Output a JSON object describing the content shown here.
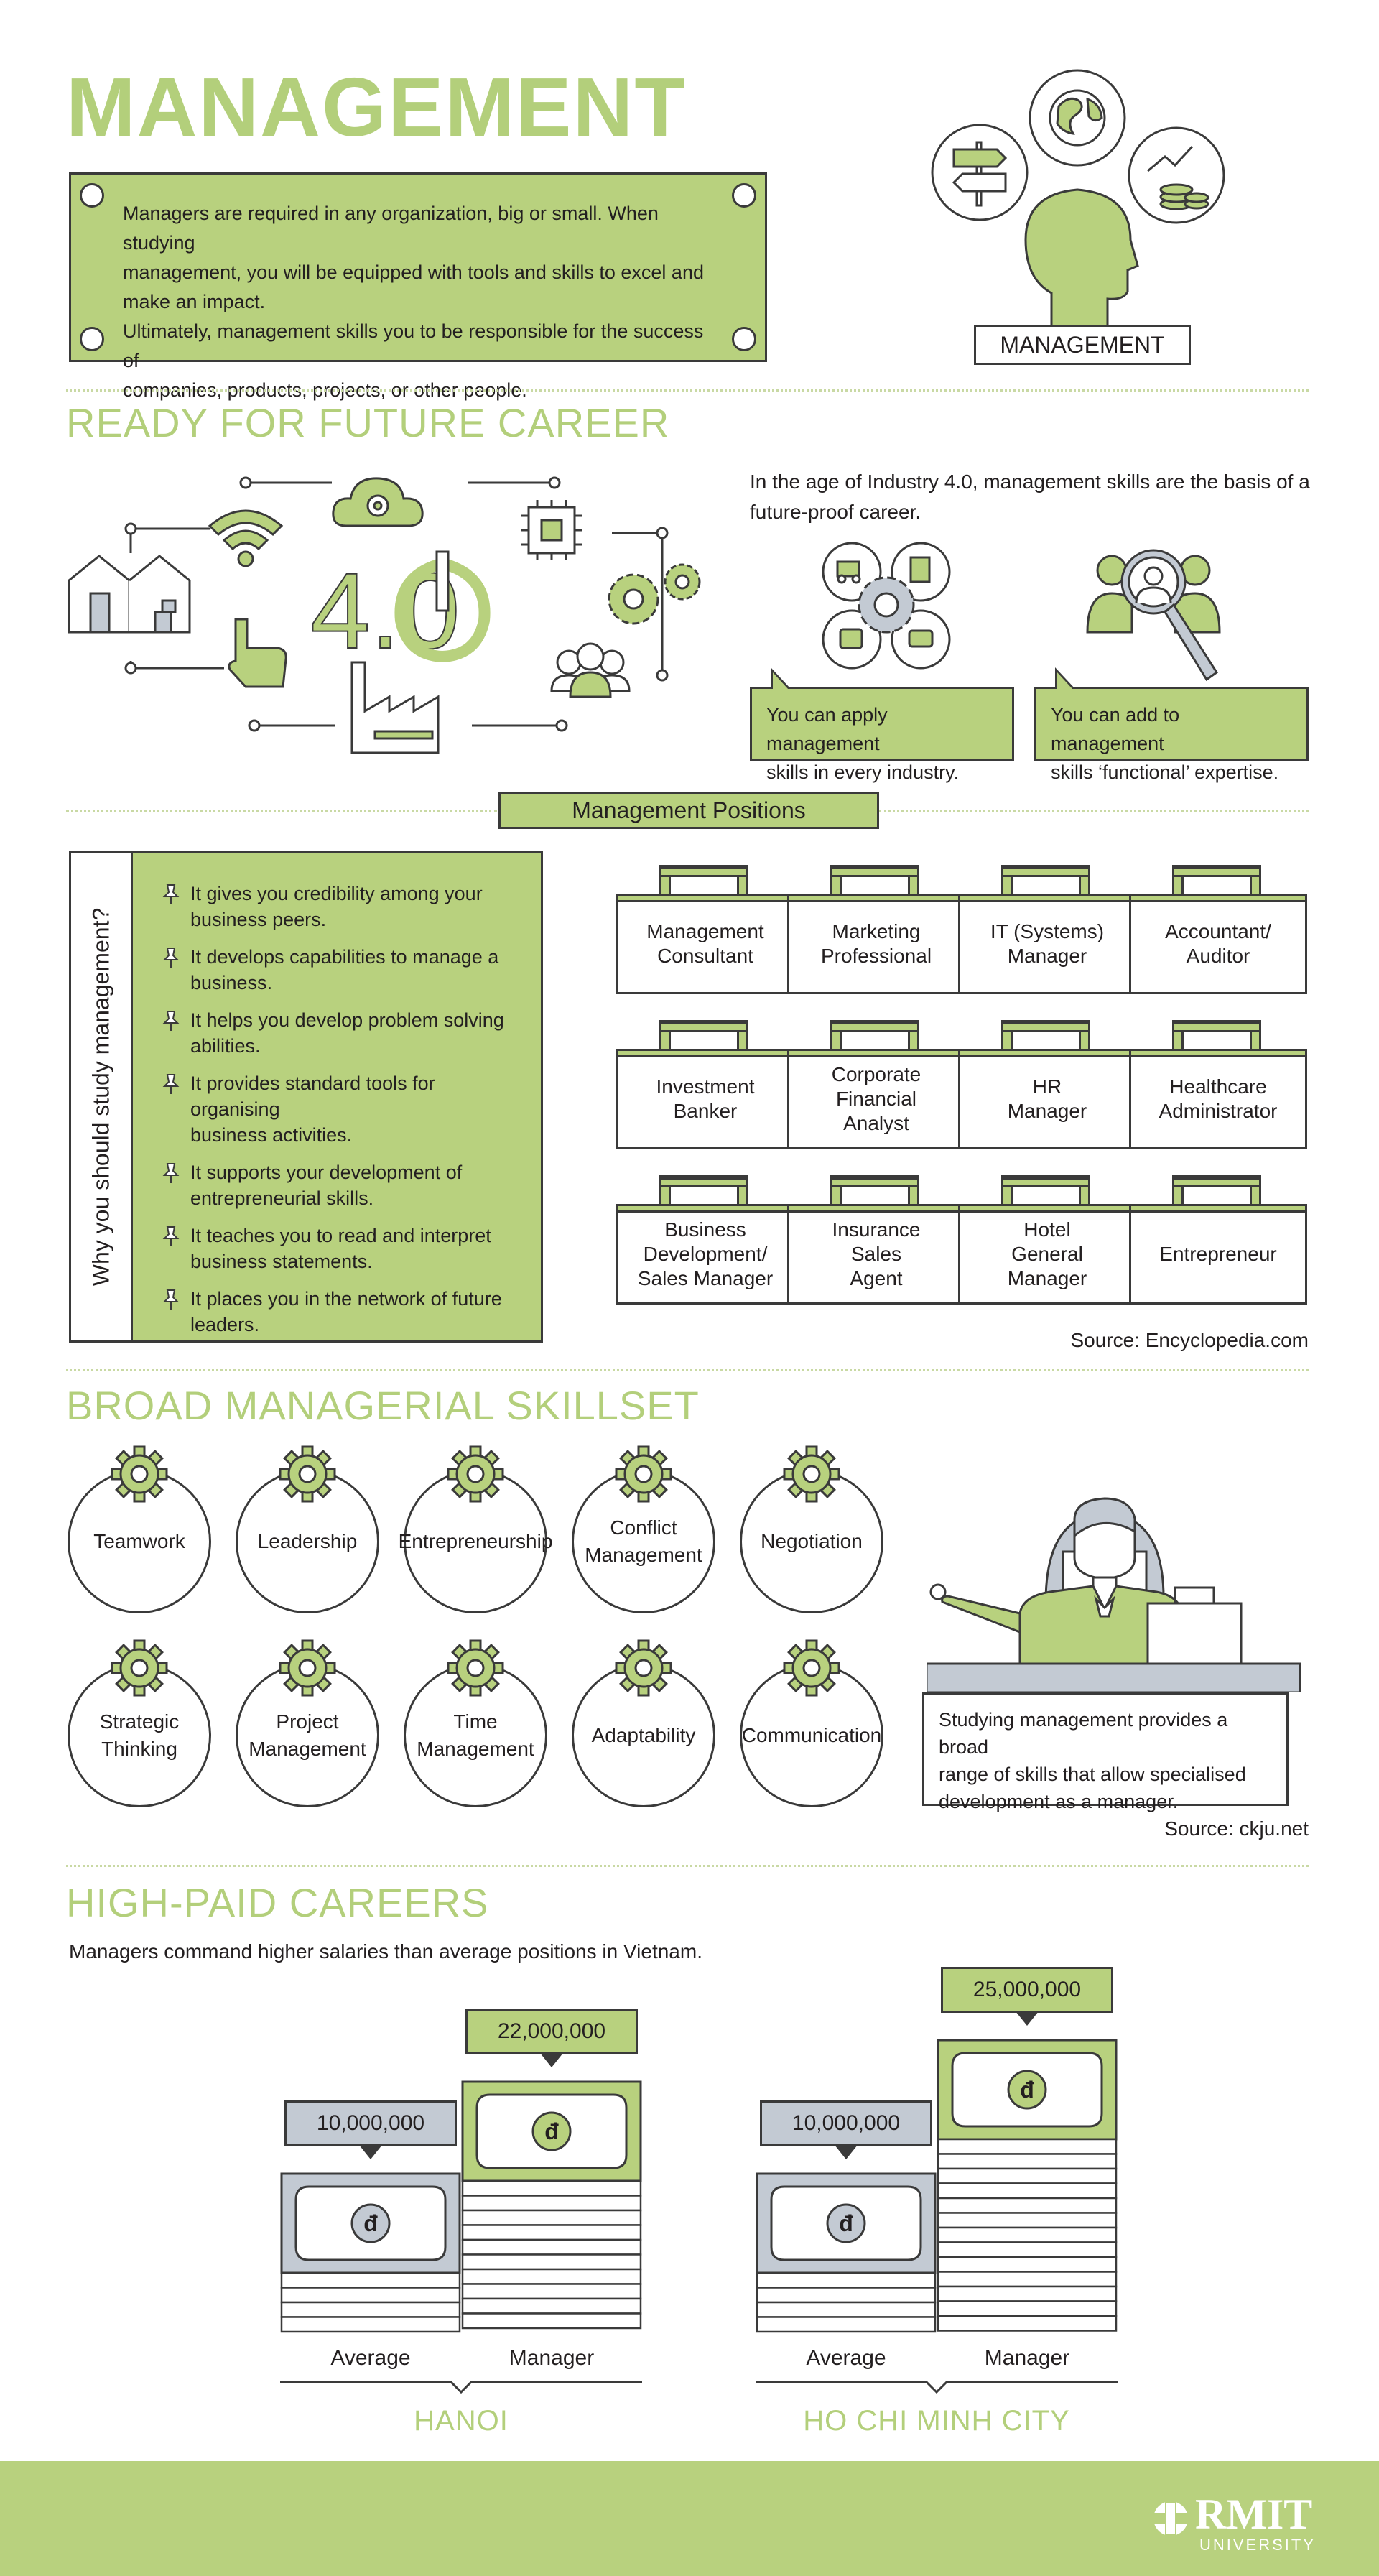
{
  "header": {
    "title": "MANAGEMENT",
    "intro_lines": [
      "Managers are required in any organization, big or small. When studying",
      "management, you will be equipped with tools and skills to excel and",
      "make an impact.",
      "Ultimately, management skills you to be responsible for the success of",
      "companies, products, projects, or other people."
    ],
    "illustration_label": "MANAGEMENT"
  },
  "future_career": {
    "title": "READY FOR FUTURE CAREER",
    "industry_label": "4.0",
    "paragraph_lines": [
      "In the age of Industry 4.0, management skills are the basis of a",
      "future-proof career."
    ],
    "bubbles": [
      {
        "lines": [
          "You can apply management",
          "skills in every industry."
        ]
      },
      {
        "lines": [
          "You can add to management",
          "skills ‘functional’ expertise."
        ]
      }
    ]
  },
  "positions": {
    "banner": "Management Positions",
    "why_title": "Why you should study management?",
    "reasons": [
      [
        "It gives you credibility among your",
        "business peers."
      ],
      [
        "It develops capabilities to manage a",
        "business."
      ],
      [
        "It helps you develop problem solving",
        "abilities."
      ],
      [
        "It provides standard tools for organising",
        "business activities."
      ],
      [
        "It supports your development of",
        "entrepreneurial skills."
      ],
      [
        "It teaches you to read and interpret",
        "business statements."
      ],
      [
        "It places you in the network of future",
        "leaders."
      ]
    ],
    "jobs": [
      [
        "Management",
        "Consultant"
      ],
      [
        "Marketing",
        "Professional"
      ],
      [
        "IT (Systems)",
        "Manager"
      ],
      [
        "Accountant/",
        "Auditor"
      ],
      [
        "Investment",
        "Banker"
      ],
      [
        "Corporate",
        "Financial",
        "Analyst"
      ],
      [
        "HR",
        "Manager"
      ],
      [
        "Healthcare",
        "Administrator"
      ],
      [
        "Business",
        "Development/",
        "Sales Manager"
      ],
      [
        "Insurance",
        "Sales",
        "Agent"
      ],
      [
        "Hotel",
        "General",
        "Manager"
      ],
      [
        "Entrepreneur"
      ]
    ],
    "source": "Source: Encyclopedia.com"
  },
  "skills": {
    "title": "BROAD MANAGERIAL SKILLSET",
    "items": [
      [
        "Teamwork"
      ],
      [
        "Leadership"
      ],
      [
        "Entrepreneurship"
      ],
      [
        "Conflict",
        "Management"
      ],
      [
        "Negotiation"
      ],
      [
        "Strategic",
        "Thinking"
      ],
      [
        "Project",
        "Management"
      ],
      [
        "Time",
        "Management"
      ],
      [
        "Adaptability"
      ],
      [
        "Communication"
      ]
    ],
    "note_lines": [
      "Studying management provides a broad",
      "range of skills that allow specialised",
      "development as a manager."
    ],
    "source": "Source: ckju.net"
  },
  "careers": {
    "title": "HIGH-PAID CAREERS",
    "subtitle": "Managers command higher salaries than average positions in Vietnam.",
    "currency_symbol": "đ",
    "cities": [
      {
        "name": "HANOI",
        "average": "10,000,000",
        "manager": "22,000,000",
        "average_label": "Average",
        "manager_label": "Manager"
      },
      {
        "name": "HO CHI MINH CITY",
        "average": "10,000,000",
        "manager": "25,000,000",
        "average_label": "Average",
        "manager_label": "Manager"
      }
    ]
  },
  "footer": {
    "logo_text": "RMIT",
    "logo_subtext": "UNIVERSITY"
  },
  "colors": {
    "accent": "#b8d17e",
    "accent_text": "#b3cf7b",
    "ink": "#3a3a3a",
    "money_grey": "#c3cad3"
  }
}
